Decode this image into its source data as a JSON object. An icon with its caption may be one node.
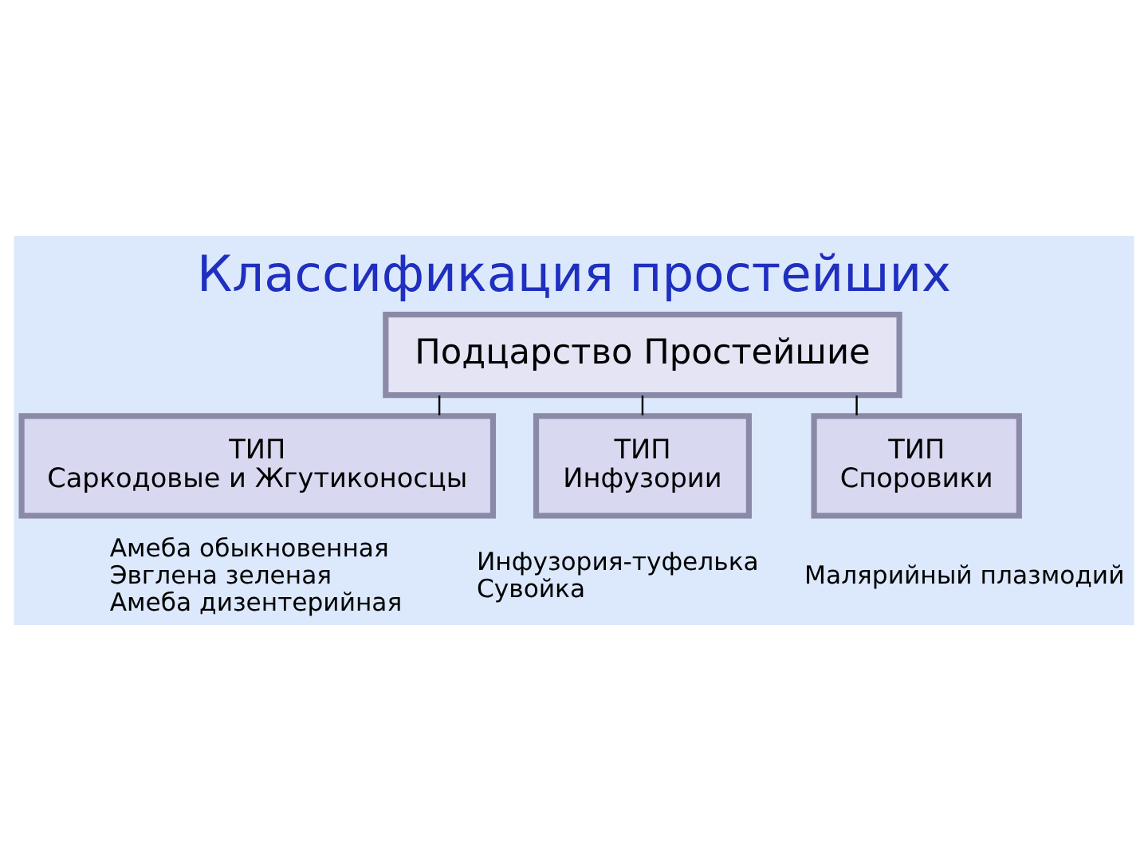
{
  "diagram": {
    "title": "Классификация простейших",
    "nodes": [
      {
        "text": [
          "Подцарство Простейшие"
        ]
      },
      {
        "text": [
          "ТИП",
          "Саркодовые и Жгутиконосцы"
        ],
        "beside": [
          "Амеба обыкновенная",
          "Эвглена зеленая",
          "Амеба дизентерийная"
        ]
      },
      {
        "text": [
          "ТИП",
          "Инфузории"
        ],
        "beside": [
          "Инфузория-туфелька",
          "Сувойка"
        ]
      },
      {
        "text": [
          "ТИП",
          "Споровики"
        ],
        "beside": [
          "Малярийный плазмодий"
        ]
      }
    ],
    "edges": [
      {
        "from": 0,
        "to": 1,
        "arrow": "none"
      },
      {
        "from": 0,
        "to": 2,
        "arrow": "none"
      },
      {
        "from": 0,
        "to": 3,
        "arrow": "none"
      }
    ]
  }
}
